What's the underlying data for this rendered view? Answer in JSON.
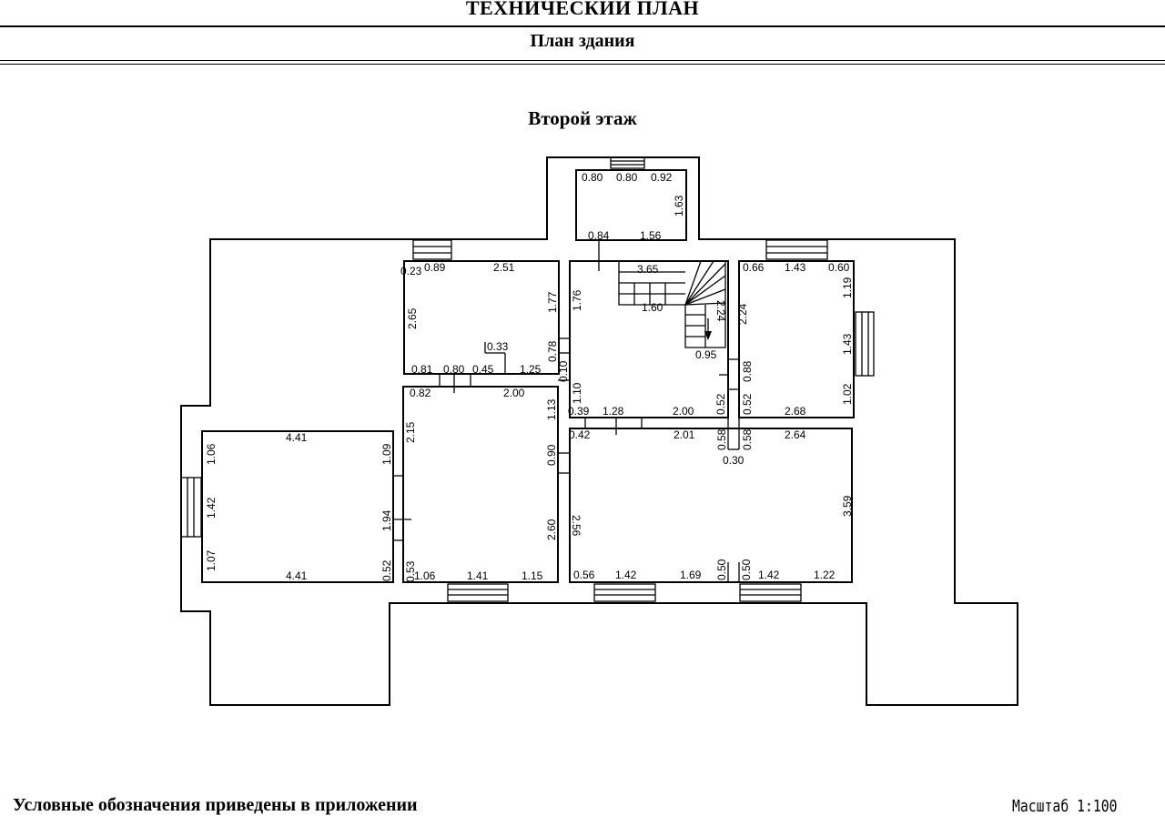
{
  "document": {
    "title": "ТЕХНИЧЕСКИЙ ПЛАН",
    "subtitle": "План здания",
    "floor_title": "Второй этаж",
    "legend_note": "Условные обозначения приведены в приложении",
    "scale": "Масштаб 1:100"
  },
  "dimensions": {
    "top_room": [
      "0.80",
      "0.80",
      "0.92",
      "1.63",
      "0.84",
      "1.56"
    ],
    "room_nw": [
      "0.23",
      "0.89",
      "2.51",
      "2.65",
      "1.77",
      "0.33",
      "0.81",
      "0.80",
      "0.45",
      "1.25"
    ],
    "stair_hall": [
      "3.65",
      "1.76",
      "1.60",
      "2.24",
      "0.95",
      "0.78",
      "0.10",
      "1.10",
      "0.39",
      "1.28",
      "2.00",
      "0.52",
      "1.13"
    ],
    "room_ne": [
      "0.66",
      "1.43",
      "0.60",
      "1.19",
      "2.24",
      "1.43",
      "0.88",
      "0.52",
      "2.68",
      "1.02"
    ],
    "room_west": [
      "4.41",
      "1.06",
      "1.09",
      "1.42",
      "1.94",
      "1.07",
      "4.41",
      "0.52"
    ],
    "room_center": [
      "0.82",
      "2.00",
      "2.15",
      "0.90",
      "2.60",
      "0.53",
      "1.06",
      "1.41",
      "1.15"
    ],
    "room_south": [
      "0.42",
      "2.01",
      "0.58",
      "0.58",
      "2.64",
      "0.30",
      "2.56",
      "3.59",
      "0.56",
      "1.42",
      "1.69",
      "0.50",
      "0.50",
      "1.42",
      "1.22"
    ]
  }
}
